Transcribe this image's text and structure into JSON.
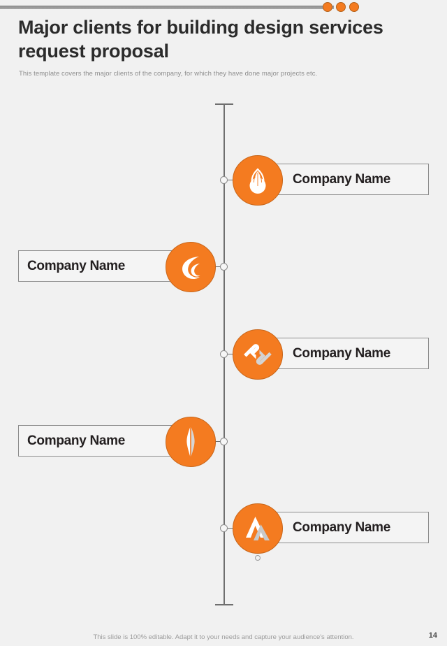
{
  "slide": {
    "title": "Major clients for building design services request proposal",
    "subtitle": "This template covers the major clients of the company, for which they have done major projects etc.",
    "footer_note": "This slide is 100% editable. Adapt it to your needs and capture your audience's attention.",
    "page_number": "14"
  },
  "theme": {
    "accent": "#f47b20",
    "accent_border": "#c8661a",
    "background": "#f1f1f1",
    "line": "#6f6f6f",
    "title_color": "#2b2b2b",
    "muted_text": "#8d8d8d"
  },
  "decor": {
    "dots": [
      "dot-1",
      "dot-2",
      "dot-3"
    ]
  },
  "timeline": {
    "items": [
      {
        "label": "Company Name",
        "side": "right",
        "icon": "onion-bulb-icon"
      },
      {
        "label": "Company Name",
        "side": "left",
        "icon": "crescent-c-icon"
      },
      {
        "label": "Company Name",
        "side": "right",
        "icon": "diamond-swoosh-icon"
      },
      {
        "label": "Company Name",
        "side": "left",
        "icon": "leaf-feather-icon"
      },
      {
        "label": "Company Name",
        "side": "right",
        "icon": "mountain-chevron-icon"
      }
    ]
  }
}
